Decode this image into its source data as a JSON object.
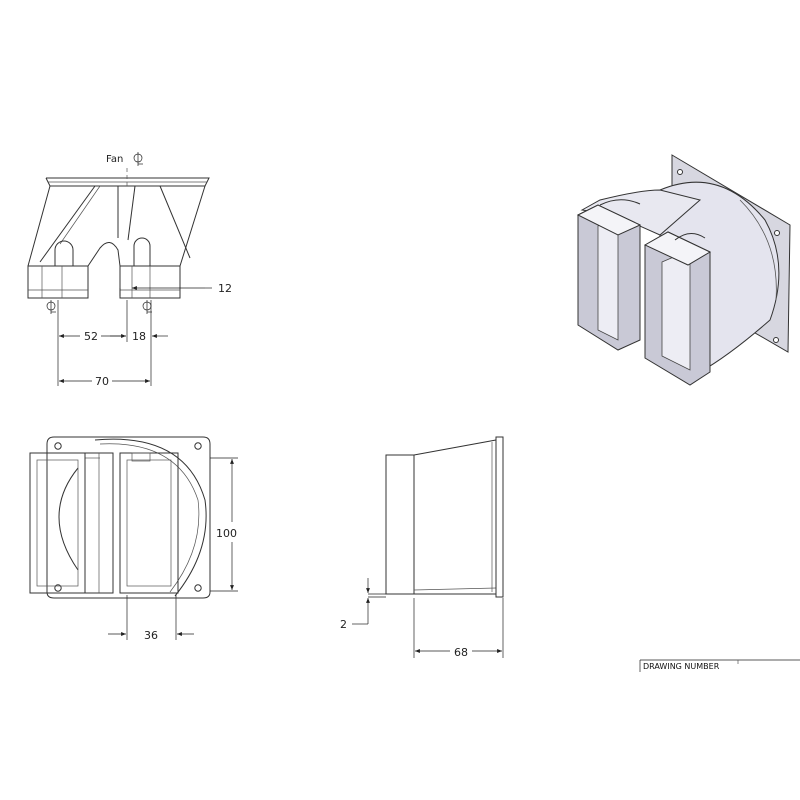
{
  "front_view": {
    "fan_label": "Fan",
    "dim_12": "12",
    "dim_52": "52",
    "dim_18": "18",
    "dim_70": "70"
  },
  "top_view": {
    "dim_100": "100",
    "dim_36": "36"
  },
  "side_view": {
    "dim_2": "2",
    "dim_68": "68"
  },
  "title_block": {
    "drawing_number_label": "DRAWING NUMBER"
  }
}
